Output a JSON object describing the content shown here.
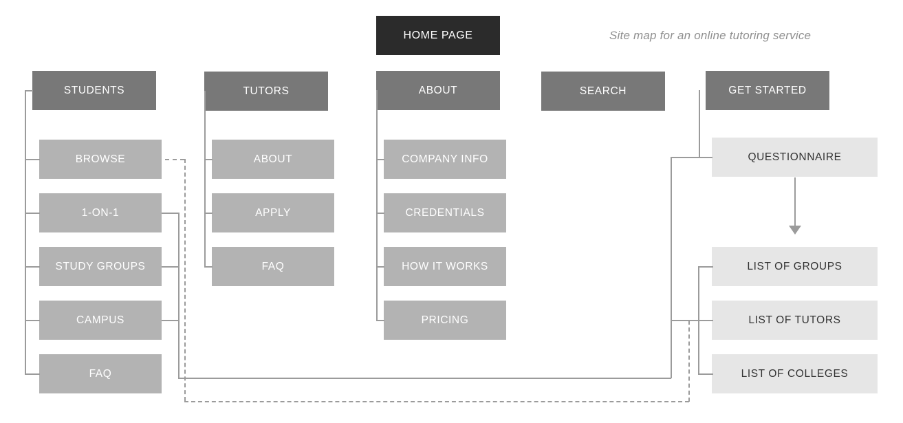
{
  "caption": "Site map for an online tutoring service",
  "colors": {
    "home_box": "#2b2b2b",
    "level1_box": "#787878",
    "level2_box": "#b3b3b3",
    "light_box": "#e6e6e6",
    "connector": "#9b9b9b",
    "caption_text": "#8f8f8f",
    "background": "#ffffff"
  },
  "home": {
    "label": "HOME PAGE"
  },
  "level1": [
    {
      "label": "STUDENTS"
    },
    {
      "label": "TUTORS"
    },
    {
      "label": "ABOUT"
    },
    {
      "label": "SEARCH"
    },
    {
      "label": "GET STARTED"
    }
  ],
  "students_children": [
    {
      "label": "BROWSE"
    },
    {
      "label": "1-ON-1"
    },
    {
      "label": "STUDY GROUPS"
    },
    {
      "label": "CAMPUS"
    },
    {
      "label": "FAQ"
    }
  ],
  "tutors_children": [
    {
      "label": "ABOUT"
    },
    {
      "label": "APPLY"
    },
    {
      "label": "FAQ"
    }
  ],
  "about_children": [
    {
      "label": "COMPANY INFO"
    },
    {
      "label": "CREDENTIALS"
    },
    {
      "label": "HOW IT WORKS"
    },
    {
      "label": "PRICING"
    }
  ],
  "get_started_children": [
    {
      "label": "QUESTIONNAIRE"
    }
  ],
  "result_lists": [
    {
      "label": "LIST OF GROUPS"
    },
    {
      "label": "LIST OF TUTORS"
    },
    {
      "label": "LIST OF COLLEGES"
    }
  ]
}
